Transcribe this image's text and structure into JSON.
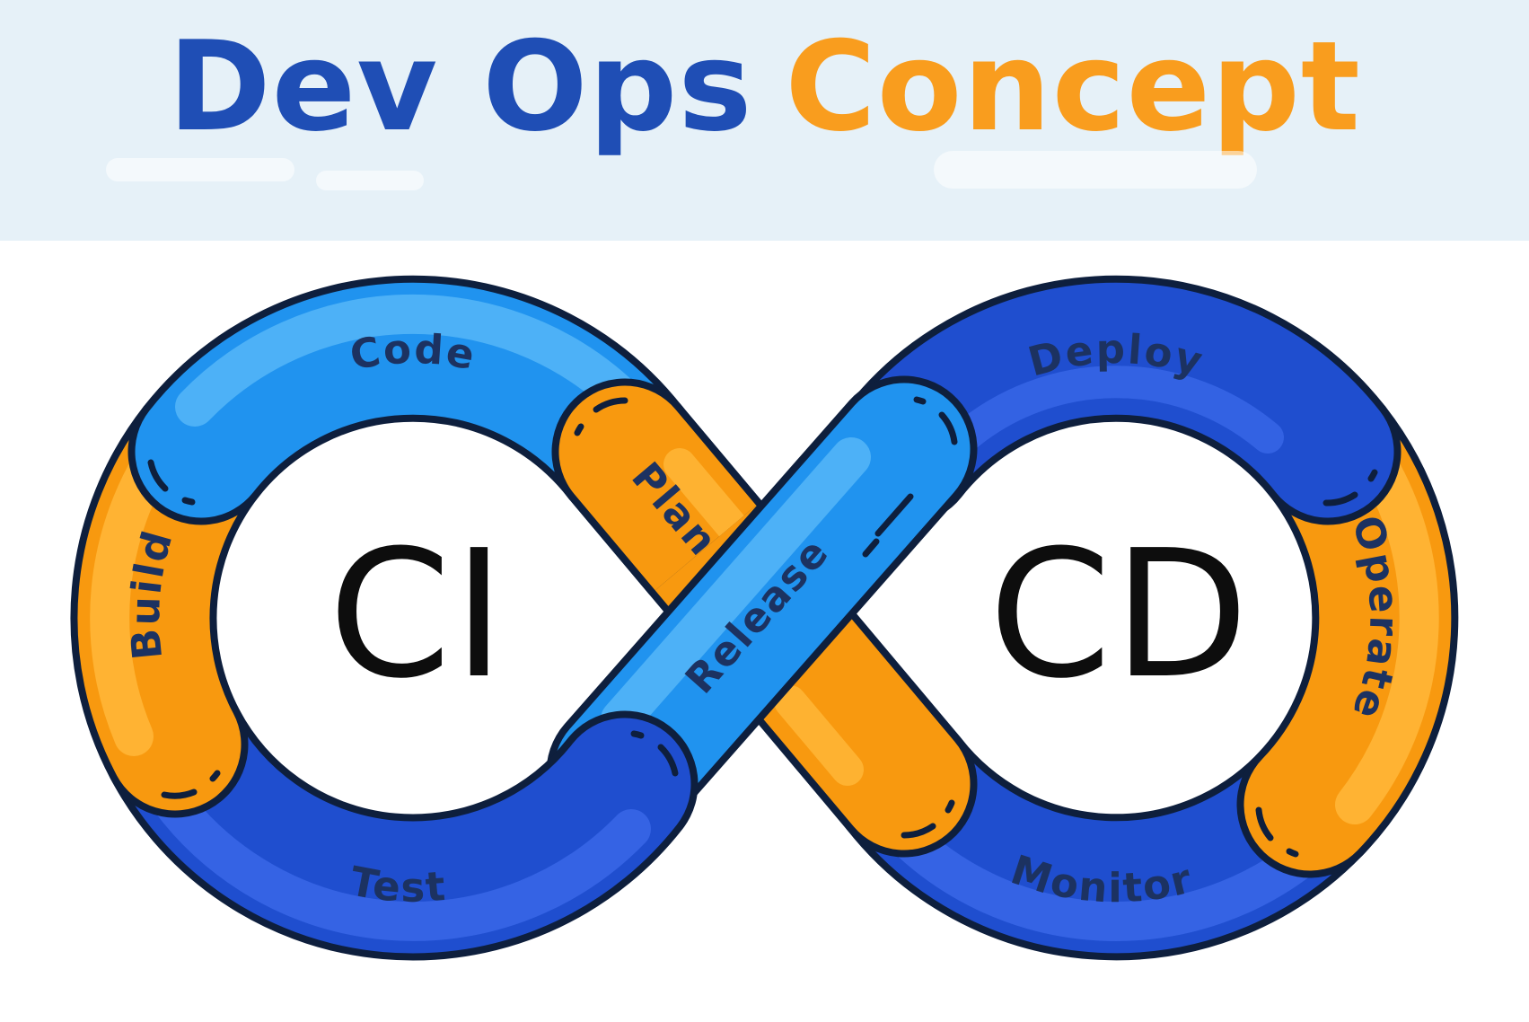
{
  "header": {
    "title_part1": "Dev Ops",
    "title_part2": "Concept",
    "background": "#e6f1f8",
    "title_blue": "#1f4eb5",
    "title_orange": "#f99d1e"
  },
  "diagram": {
    "left_loop_center_label": "CI",
    "right_loop_center_label": "CD",
    "segments": [
      {
        "id": "code",
        "label": "Code",
        "color_key": "light_blue"
      },
      {
        "id": "plan",
        "label": "Plan",
        "color_key": "orange"
      },
      {
        "id": "build",
        "label": "Build",
        "color_key": "orange"
      },
      {
        "id": "test",
        "label": "Test",
        "color_key": "royal_blue"
      },
      {
        "id": "release",
        "label": "Release",
        "color_key": "light_blue"
      },
      {
        "id": "deploy",
        "label": "Deploy",
        "color_key": "royal_blue"
      },
      {
        "id": "operate",
        "label": "Operate",
        "color_key": "orange"
      },
      {
        "id": "monitor",
        "label": "Monitor",
        "color_key": "royal_blue"
      }
    ],
    "palette": {
      "outline": "#0e1f3d",
      "light_blue": "#2093ef",
      "light_blue_hi": "#52b5f7",
      "royal_blue": "#1f4ecf",
      "royal_blue_hi": "#3766e6",
      "orange": "#f8990f",
      "orange_hi": "#ffb637",
      "label_text": "#1c3261",
      "center_text": "#0d0d0d"
    }
  }
}
